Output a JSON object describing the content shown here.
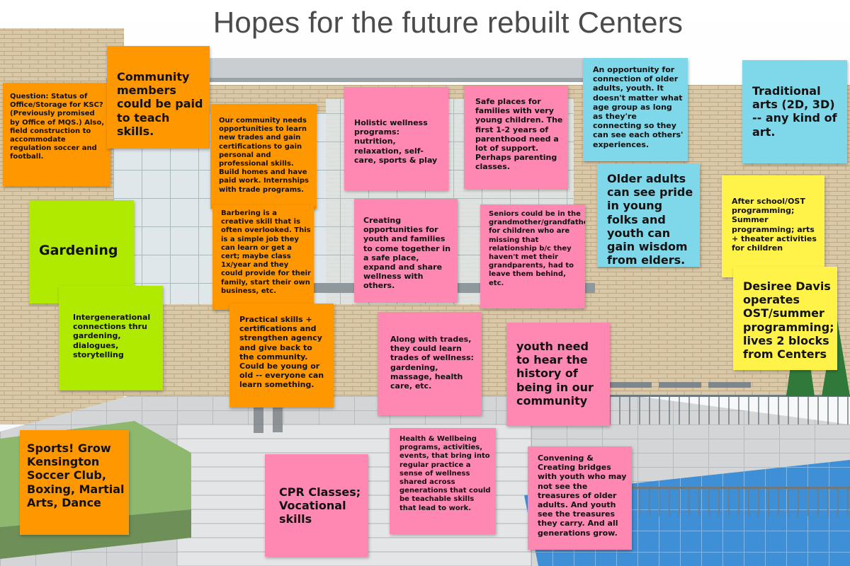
{
  "title": "Hopes for the future rebuilt Centers",
  "colors": {
    "orange": "#fe9700",
    "pink": "#fe88b1",
    "green": "#b0ea00",
    "cyan": "#7fd8ea",
    "yellow": "#fff34a",
    "title": "#4b4b4b"
  },
  "notes": {
    "status_question": "Question: Status of Office/Storage for KSC? (Previously promised by Office of MQS.) Also, field construction to accommodate regulation soccer and football.",
    "community_members": "Community members could be paid to teach skills.",
    "trades_certifications": "Our community needs opportunities to learn new trades and gain certifications to gain personal and professional skills. Build homes and have paid work. Internships with trade programs.",
    "barbering": "Barbering is a creative skill that is often overlooked. This is a simple job they can learn or get a cert; maybe class 1x/year and they could provide for their family, start their own business, etc.",
    "practical_skills": "Practical skills + certifications and strengthen agency and give back to the community. Could be young or old -- everyone can learn something.",
    "gardening": "Gardening",
    "intergenerational_gardening": "Intergenerational connections thru gardening, dialogues, storytelling",
    "sports": "Sports! Grow Kensington Soccer Club, Boxing, Martial Arts, Dance",
    "cpr_classes": "CPR Classes; Vocational skills",
    "holistic_wellness": "Holistic wellness programs: nutrition, relaxation, self-care, sports & play",
    "safe_places": "Safe places for families with very young children. The first 1-2 years of parenthood need a lot of support. Perhaps parenting classes.",
    "creating_opportunities": "Creating opportunities for youth and families to come together in a safe place, expand and share wellness with others.",
    "seniors_grandparents": "Seniors could be in the grandmother/grandfather for children who are missing that relationship b/c they haven't met their grandparents, had to leave them behind, etc.",
    "trades_of_wellness": "Along with trades, they could learn trades of wellness: gardening, massage, health care, etc.",
    "youth_history": "youth need to hear the history of being in our community",
    "health_wellbeing": "Health & Wellbeing programs, activities, events, that bring into regular practice a sense of wellness shared across generations that could be teachable skills that lead to work.",
    "convening_bridges": "Convening & Creating bridges with youth who may not see the treasures of older adults. And youth see the treasures they carry. And all generations grow.",
    "connection_older_youth": "An opportunity for connection of older adults, youth. It doesn't matter what age group as long as they're connecting so they can see each others' experiences.",
    "older_adults_pride": "Older adults can see pride in young folks and youth can gain wisdom from elders.",
    "traditional_arts": "Traditional arts (2D, 3D) -- any kind of art.",
    "after_school": "After school/OST programming; Summer programming; arts + theater activities for children",
    "desiree_davis": "Desiree Davis operates OST/summer programming; lives 2 blocks from Centers"
  }
}
